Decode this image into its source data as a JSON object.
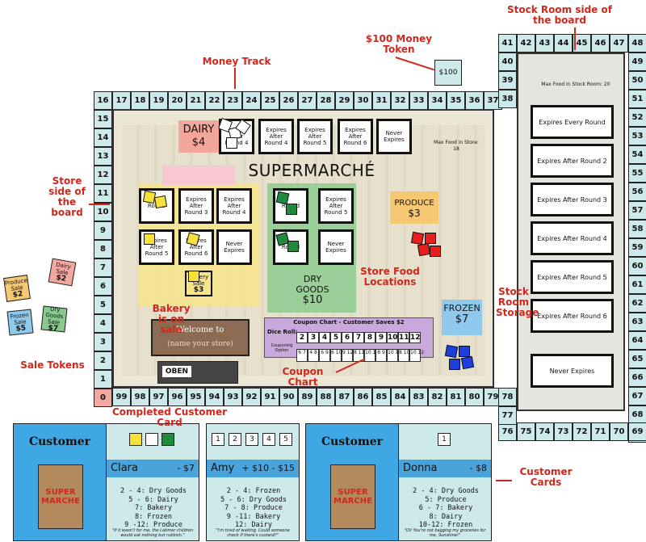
{
  "annotations": {
    "stock_room_side": "Stock Room side of the board",
    "money_token": "$100 Money Token",
    "money_track": "Money Track",
    "store_side": "Store side of the board",
    "store_food_locations": "Store Food Locations",
    "stock_room_storage": "Stock Room Storage",
    "bakery_on_sale": "Bakery is on sale",
    "sale_tokens": "Sale Tokens",
    "coupon_chart": "Coupon Chart",
    "completed_customer_card": "Completed Customer Card",
    "customer_cards": "Customer Cards"
  },
  "money_token_label": "$100",
  "track": {
    "top_row": [
      "16",
      "17",
      "18",
      "19",
      "20",
      "21",
      "22",
      "23",
      "24",
      "25",
      "26",
      "27",
      "28",
      "29",
      "30",
      "31",
      "32",
      "33",
      "34",
      "35",
      "36",
      "37"
    ],
    "left_col": [
      "15",
      "14",
      "13",
      "12",
      "11",
      "10",
      "9",
      "8",
      "7",
      "6",
      "5",
      "4",
      "3",
      "2",
      "1",
      "0"
    ],
    "bottom_row": [
      "99",
      "98",
      "97",
      "96",
      "95",
      "94",
      "93",
      "92",
      "91",
      "90",
      "89",
      "88",
      "87",
      "86",
      "85",
      "84",
      "83",
      "82",
      "81",
      "80",
      "79",
      "78"
    ],
    "right_col_store": [
      "38",
      "39",
      "40"
    ],
    "stock_top": [
      "41",
      "42",
      "43",
      "44",
      "45",
      "46",
      "47",
      "48"
    ],
    "stock_left": [
      "40",
      "39",
      "38"
    ],
    "stock_right": [
      "49",
      "50",
      "51",
      "52",
      "53",
      "54",
      "55",
      "56",
      "57",
      "58",
      "59",
      "60",
      "61",
      "62",
      "63",
      "64",
      "65",
      "66",
      "67",
      "68",
      "69"
    ],
    "stock_bottom": [
      "76",
      "75",
      "74",
      "73",
      "72",
      "71",
      "70",
      "69"
    ],
    "stock_left_low": [
      "78",
      "77"
    ]
  },
  "store": {
    "title": "SUPERMARCHÉ",
    "max_food": "Max Food in Store: 18",
    "dairy": {
      "name": "DAIRY",
      "price": "$4"
    },
    "produce": {
      "name": "PRODUCE",
      "price": "$3"
    },
    "dry_goods": {
      "name": "DRY GOODS",
      "price": "$10"
    },
    "frozen": {
      "name": "FROZEN",
      "price": "$7"
    },
    "bakery_sale": {
      "name": "Bakery Sale",
      "price": "$3"
    },
    "expire_cards": {
      "r3": "Expires After Round 3",
      "r4": "Expires After Round 4",
      "r5": "Expires After Round 5",
      "r6": "Expires After Round 6",
      "never": "Never Expires",
      "partial_round": "Round"
    },
    "welcome": {
      "line1": "Welcome to",
      "line2": "(name your store)"
    },
    "open_sign": "OBEN"
  },
  "coupon": {
    "title": "Coupon Chart - Customer Saves $2",
    "dice_label": "Dice Roll:",
    "option_label": "Couponing Option",
    "dice": [
      "2",
      "3",
      "4",
      "5",
      "6",
      "7",
      "8",
      "9",
      "10",
      "11",
      "12"
    ],
    "options": [
      "6 7",
      "4 8",
      "6 9",
      "6 10",
      "9 12",
      "8 11",
      "10 12",
      "8 9",
      "10 11",
      "8 10",
      "10 12"
    ]
  },
  "stock_room": {
    "max_food": "Max Food in Stock Room: 20",
    "slots": [
      "Expires Every Round",
      "Expires After Round 2",
      "Expires After Round 3",
      "Expires After Round 4",
      "Expires After Round 5",
      "Expires After Round 6",
      "Never Expires"
    ]
  },
  "sale_tokens": [
    {
      "name": "Dairy Sale",
      "price": "$2",
      "color": "#f2a89e"
    },
    {
      "name": "Produce Sale",
      "price": "$2",
      "color": "#f7c874"
    },
    {
      "name": "Frozen Sale",
      "price": "$5",
      "color": "#8fc9ec"
    },
    {
      "name": "Dry Goods Sale",
      "price": "$7",
      "color": "#88c98d"
    }
  ],
  "customer_cards": [
    {
      "type": "back",
      "title": "Customer",
      "logo": "SUPER MARCHE"
    },
    {
      "type": "front",
      "name": "Clara",
      "money": "- $7",
      "rules": [
        "2 - 4: Dry Goods",
        "5 - 6: Dairy",
        "7: Bakery",
        "8: Frozen",
        "9 -12: Produce"
      ],
      "quote": "\"If it wasn't for me, the Latimer children would eat nothing but rubbish.\""
    },
    {
      "type": "front",
      "name": "Amy",
      "money": "+ $10 - $15",
      "slots": [
        "1",
        "2",
        "3",
        "4",
        "5"
      ],
      "rules": [
        "2 - 4: Frozen",
        "5 - 6: Dry Goods",
        "7 - 8: Produce",
        "9 -11: Bakery",
        "12: Dairy"
      ],
      "quote": "\"I'm tired of waiting. Could someone check if there's custard?\""
    },
    {
      "type": "back",
      "title": "Customer",
      "logo": "SUPER MARCHE"
    },
    {
      "type": "front",
      "name": "Donna",
      "money": "- $8",
      "slots": [
        "1"
      ],
      "rules": [
        "2 - 4: Dry Goods",
        "5: Produce",
        "6 - 7: Bakery",
        "8: Dairy",
        "10-12: Frozen"
      ],
      "quote": "\"Oi! You're not bagging my groceries for me, Sunshine!\""
    }
  ]
}
